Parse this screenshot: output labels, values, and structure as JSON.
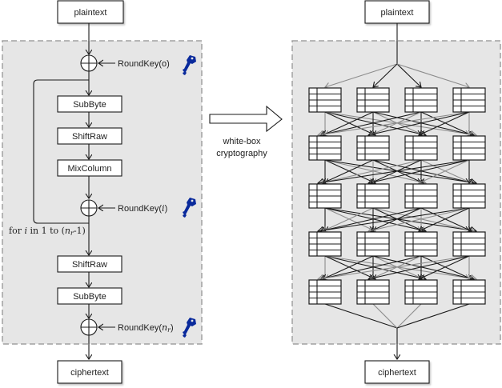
{
  "left_panel": {
    "input": "plaintext",
    "output": "ciphertext",
    "round_key_0": "RoundKey(o)",
    "round_key_i_prefix": "RoundKey(",
    "round_key_i_var": "i",
    "round_key_i_suffix": ")",
    "round_key_n_prefix": "RoundKey(",
    "round_key_n_var": "n",
    "round_key_n_sub": "r",
    "round_key_n_suffix": ")",
    "loop_steps": [
      "SubByte",
      "ShiftRaw",
      "MixColumn"
    ],
    "final_steps": [
      "ShiftRaw",
      "SubByte"
    ],
    "loop_label": {
      "prefix": "for ",
      "var": "i",
      "mid": " in 1 to (",
      "n": "n",
      "sub": "r",
      "suffix": "-1)"
    }
  },
  "transform": {
    "label_line1": "white-box",
    "label_line2": "cryptography"
  },
  "right_panel": {
    "input": "plaintext",
    "output": "ciphertext",
    "layers": 5,
    "tables_per_layer": 4
  },
  "icons": {
    "key": "key-icon",
    "xor": "xor-icon",
    "arrow": "right-arrow-icon"
  },
  "colors": {
    "panel_fill": "#e6e6e6",
    "panel_border": "#a0a0a0",
    "key_blue": "#0a2a9c",
    "line_dark": "#1a1a1a",
    "line_light": "#8c8c8c"
  }
}
